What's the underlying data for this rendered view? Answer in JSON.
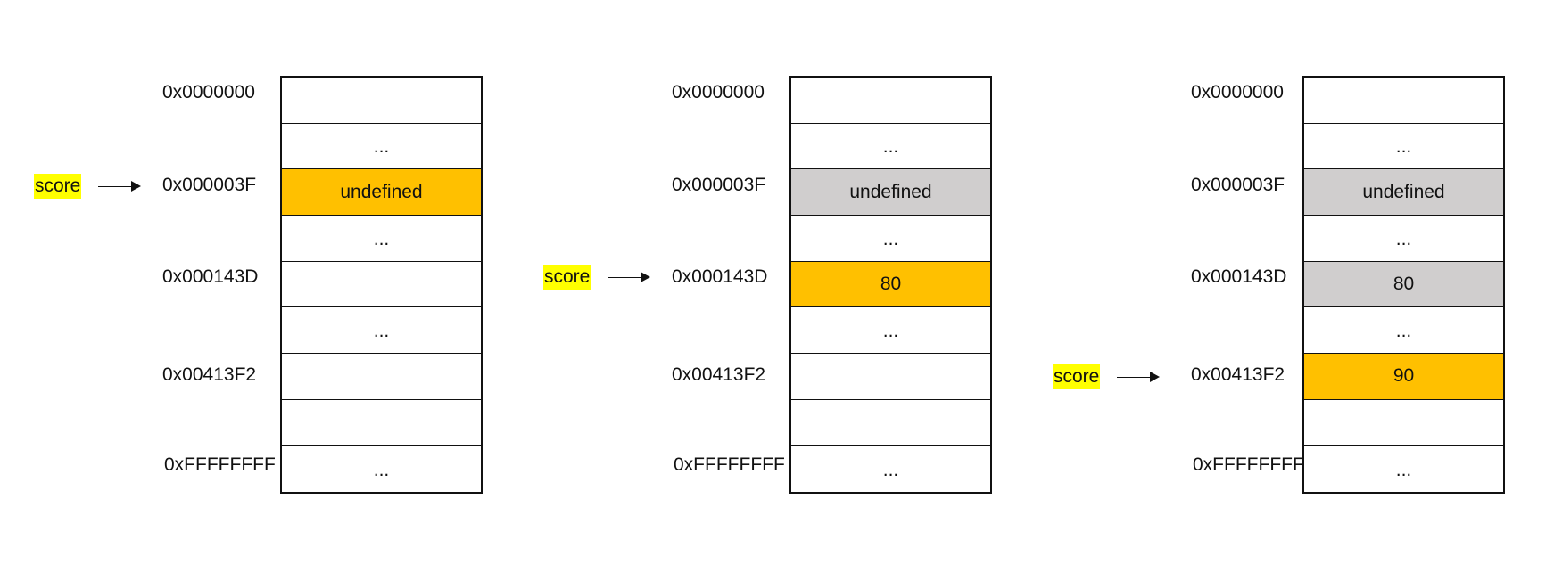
{
  "colors": {
    "current": "#ffc000",
    "old": "#d0cece",
    "empty": "#ffffff",
    "label_highlight": "#ffff00"
  },
  "panels": [
    {
      "pointer_label": "score",
      "addresses": [
        "0x0000000",
        "0x000003F",
        "0x000143D",
        "0x00413F2",
        "0xFFFFFFFF"
      ],
      "cells": [
        {
          "text": "",
          "state": "empty"
        },
        {
          "text": "...",
          "state": "empty"
        },
        {
          "text": "undefined",
          "state": "current"
        },
        {
          "text": "...",
          "state": "empty"
        },
        {
          "text": "",
          "state": "empty"
        },
        {
          "text": "...",
          "state": "empty"
        },
        {
          "text": "",
          "state": "empty"
        },
        {
          "text": "",
          "state": "empty"
        },
        {
          "text": "...",
          "state": "empty"
        }
      ]
    },
    {
      "pointer_label": "score",
      "addresses": [
        "0x0000000",
        "0x000003F",
        "0x000143D",
        "0x00413F2",
        "0xFFFFFFFF"
      ],
      "cells": [
        {
          "text": "",
          "state": "empty"
        },
        {
          "text": "...",
          "state": "empty"
        },
        {
          "text": "undefined",
          "state": "old"
        },
        {
          "text": "...",
          "state": "empty"
        },
        {
          "text": "80",
          "state": "current"
        },
        {
          "text": "...",
          "state": "empty"
        },
        {
          "text": "",
          "state": "empty"
        },
        {
          "text": "",
          "state": "empty"
        },
        {
          "text": "...",
          "state": "empty"
        }
      ]
    },
    {
      "pointer_label": "score",
      "addresses": [
        "0x0000000",
        "0x000003F",
        "0x000143D",
        "0x00413F2",
        "0xFFFFFFFF"
      ],
      "cells": [
        {
          "text": "",
          "state": "empty"
        },
        {
          "text": "...",
          "state": "empty"
        },
        {
          "text": "undefined",
          "state": "old"
        },
        {
          "text": "...",
          "state": "empty"
        },
        {
          "text": "80",
          "state": "old"
        },
        {
          "text": "...",
          "state": "empty"
        },
        {
          "text": "90",
          "state": "current"
        },
        {
          "text": "",
          "state": "empty"
        },
        {
          "text": "...",
          "state": "empty"
        }
      ]
    }
  ]
}
